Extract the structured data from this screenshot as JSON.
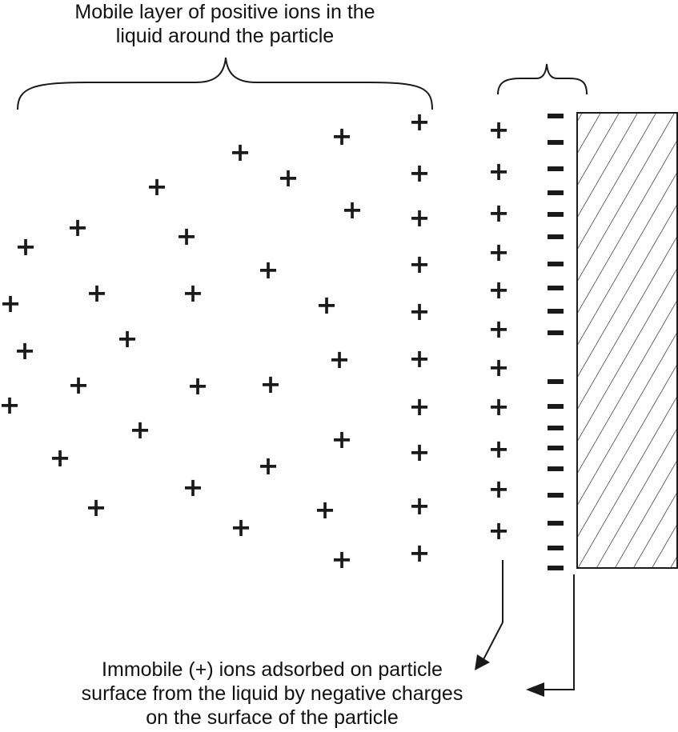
{
  "labels": {
    "mobile_layer": [
      "Mobile layer of positive ions in the",
      "liquid around the particle"
    ],
    "immobile_ions": [
      "Immobile (+) ions adsorbed on particle",
      "surface from the liquid by negative charges",
      "on the surface of the particle"
    ]
  },
  "symbols": {
    "positive": "+",
    "negative": "−"
  },
  "colors": {
    "ink": "#1a1a1a",
    "background": "#ffffff"
  }
}
